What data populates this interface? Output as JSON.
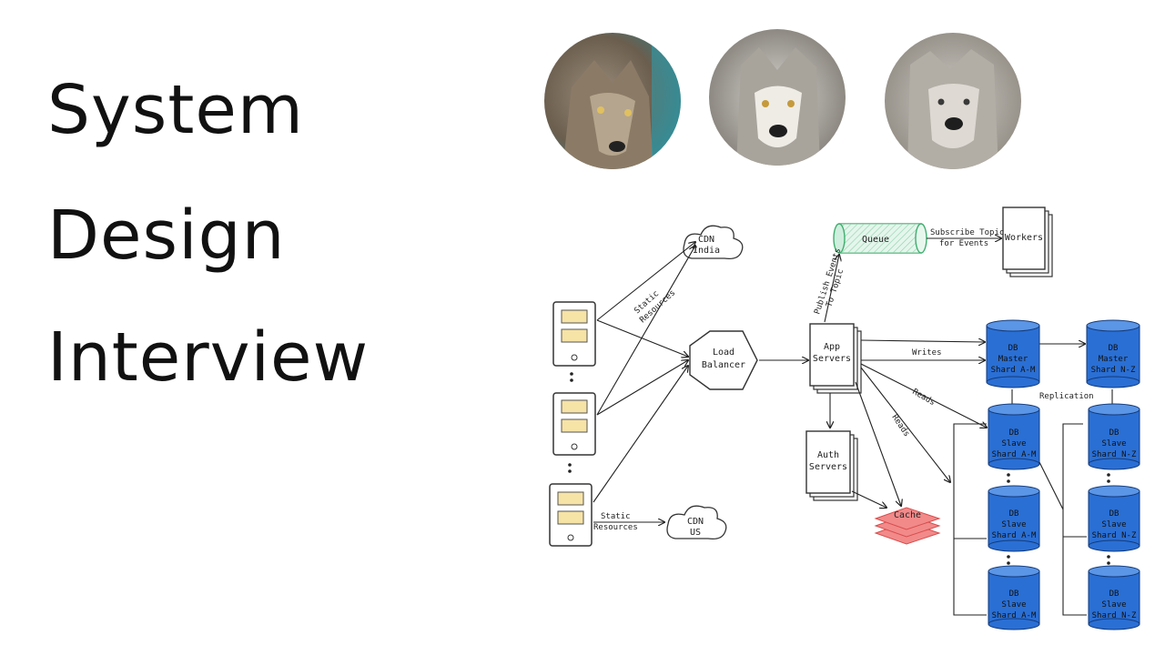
{
  "title": {
    "line1": "System",
    "line2": "Design",
    "line3": "Interview"
  },
  "avatars": [
    {
      "icon": "wolf-photo-snarling"
    },
    {
      "icon": "wolf-photo-grey"
    },
    {
      "icon": "wolf-photo-calm"
    }
  ],
  "diagram": {
    "cdn_india": [
      "CDN",
      "India"
    ],
    "cdn_us": [
      "CDN",
      "US"
    ],
    "static_resources_top": [
      "Static",
      "Resources"
    ],
    "static_resources_bottom": [
      "Static",
      "Resources"
    ],
    "load_balancer": [
      "Load",
      "Balancer"
    ],
    "app_servers": [
      "App",
      "Servers"
    ],
    "auth_servers": [
      "Auth",
      "Servers"
    ],
    "queue": "Queue",
    "workers": "Workers",
    "publish_events": [
      "Publish Events",
      "To Topic"
    ],
    "subscribe_topic": [
      "Subscribe Topic",
      "for Events"
    ],
    "writes": "Writes",
    "reads_1": "Reads",
    "reads_2": "Reads",
    "replication": "Replication",
    "cache": "Cache",
    "db_master_am": [
      "DB",
      "Master",
      "Shard A-M"
    ],
    "db_master_nz": [
      "DB",
      "Master",
      "Shard N-Z"
    ],
    "db_slave_am": [
      "DB",
      "Slave",
      "Shard A-M"
    ],
    "db_slave_nz": [
      "DB",
      "Slave",
      "Shard N-Z"
    ],
    "ellipsis": "·\n·"
  },
  "colors": {
    "db_fill": "#2a6fd4",
    "queue_fill": "#cfeedd",
    "queue_stroke": "#3fae6e",
    "cache_fill": "#f28a8a",
    "device_screen": "#f6e3a6"
  }
}
